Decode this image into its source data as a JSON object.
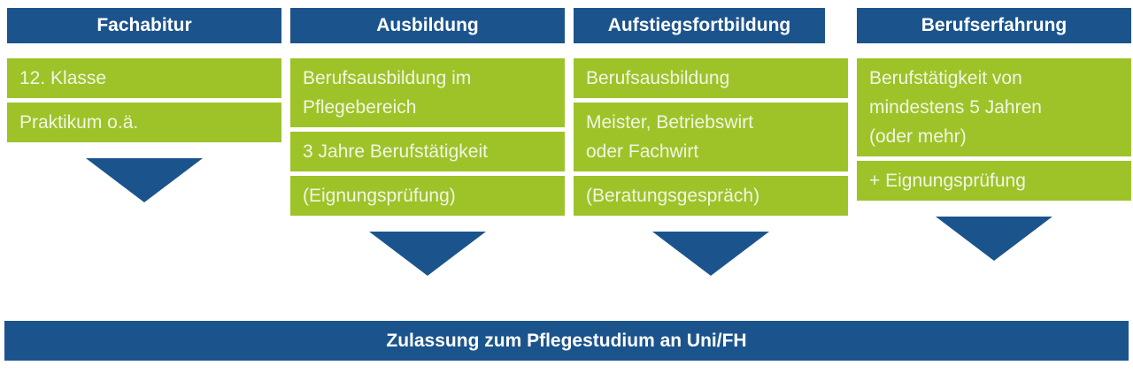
{
  "diagram": {
    "colors": {
      "blue": "#1b548c",
      "green": "#9dc329",
      "header_text": "#ffffff",
      "box_text": "#f2f6e3"
    },
    "columns": [
      {
        "header": "Fachabitur",
        "boxes": [
          "12. Klasse",
          "Praktikum o.ä."
        ]
      },
      {
        "header": "Ausbildung",
        "boxes": [
          "Berufsausbildung im\nPflegebereich",
          "3 Jahre Berufstätigkeit",
          "(Eignungsprüfung)"
        ]
      },
      {
        "header": "Aufstiegsfortbildung",
        "boxes": [
          "Berufsausbildung",
          "Meister, Betriebswirt\noder Fachwirt",
          "(Beratungsgespräch)"
        ]
      },
      {
        "header": "Berufserfahrung",
        "boxes": [
          "Berufstätigkeit von\nmindestens 5 Jahren\n(oder mehr)",
          "+ Eignungsprüfung"
        ]
      }
    ],
    "footer": "Zulassung zum Pflegestudium an Uni/FH"
  }
}
